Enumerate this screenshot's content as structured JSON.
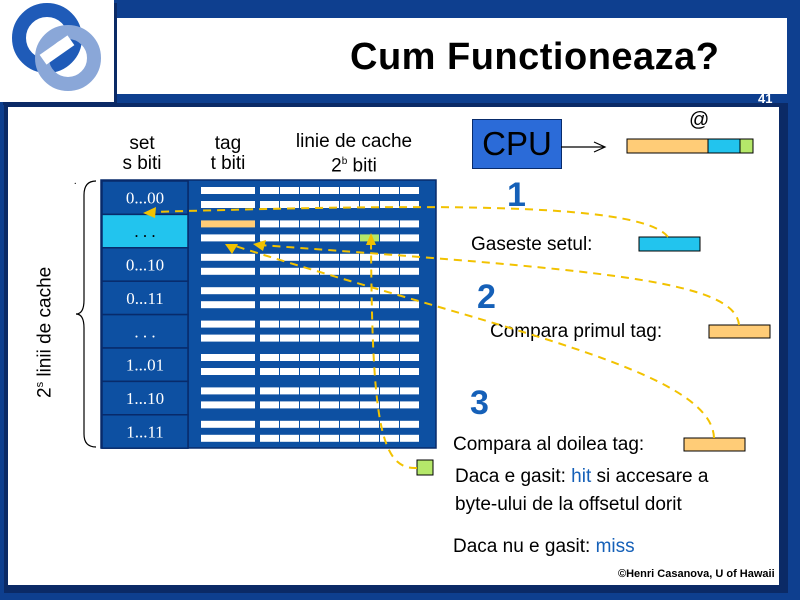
{
  "slide": {
    "title": "Cum Functioneaza?",
    "page_number": "41",
    "credit": "©Henri Casanova, U of Hawaii"
  },
  "headers": {
    "set_line1": "set",
    "set_line2": "s biti",
    "tag_line1": "tag",
    "tag_line2": "t biti",
    "line_line1": "linie de cache",
    "line_line2_base": "2",
    "line_line2_exp": "b",
    "line_line2_rest": " biti"
  },
  "vertical_label": {
    "base": "2",
    "exp": "s",
    "rest": " linii de cache"
  },
  "sets": [
    "0...00",
    ". . .",
    "0...10",
    "0...11",
    ". . .",
    "1...01",
    "1...10",
    "1...11"
  ],
  "highlighted_set_index": 1,
  "cpu": {
    "label": "CPU",
    "address_symbol": "@"
  },
  "steps": [
    {
      "number": "1",
      "text": "Gaseste setul:"
    },
    {
      "number": "2",
      "text": "Compara primul tag:"
    },
    {
      "number": "3",
      "text": "Compara al doilea tag:"
    }
  ],
  "results": {
    "hit_line1_before": "Daca e gasit: ",
    "hit_word": "hit",
    "hit_line1_after": " si accesare a",
    "hit_line2": "byte-ului de la offsetul dorit",
    "miss_before": "Daca nu e gasit: ",
    "miss_word": "miss"
  },
  "colors": {
    "frame_blue": "#0e3f8f",
    "cache_blue": "#0d50a2",
    "set_cyan": "#22c4ee",
    "tag_orange": "#ffcc77",
    "offset_green": "#b5e86a",
    "step_blue": "#1560b8",
    "arrow_yellow": "#f2c200"
  }
}
